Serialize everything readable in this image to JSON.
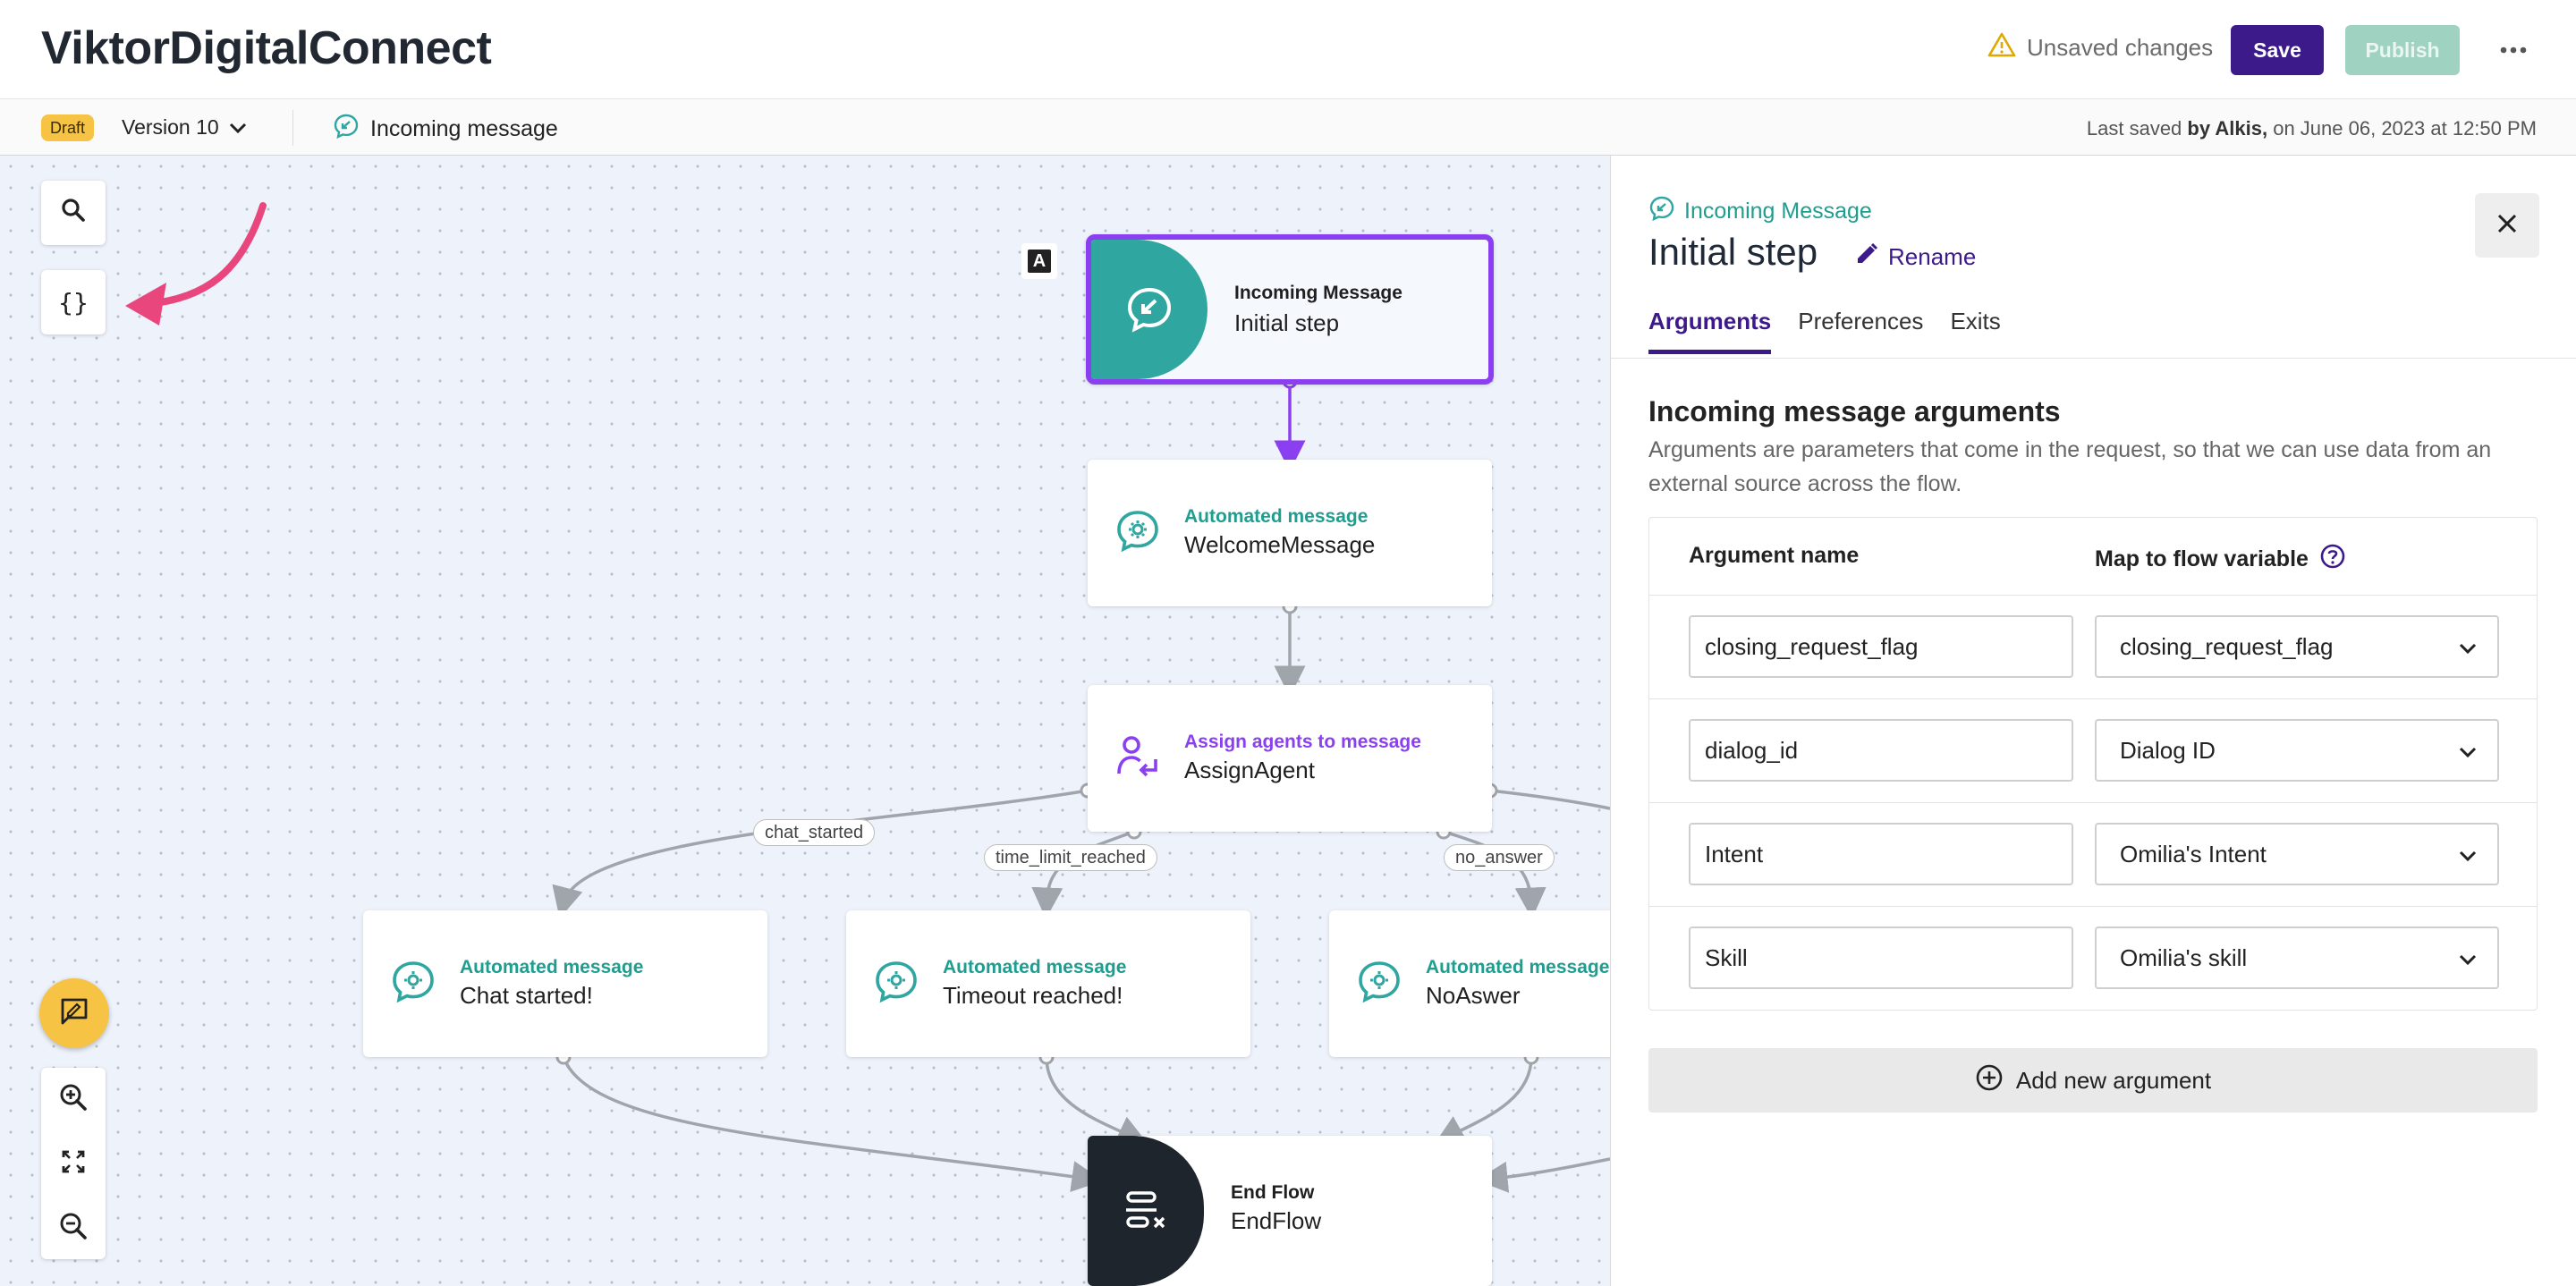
{
  "header": {
    "app_title": "ViktorDigitalConnect",
    "unsaved_text": "Unsaved changes",
    "save_label": "Save",
    "publish_label": "Publish"
  },
  "subbar": {
    "draft_badge": "Draft",
    "version_label": "Version 10",
    "breadcrumb": "Incoming message",
    "last_saved_prefix": "Last saved",
    "last_saved_by": "by Alkis,",
    "last_saved_date": "on June 06, 2023 at 12:50 PM"
  },
  "canvas": {
    "marker_letter": "A",
    "nodes": {
      "initial": {
        "kind": "Incoming Message",
        "name": "Initial step"
      },
      "welcome": {
        "kind": "Automated message",
        "name": "WelcomeMessage"
      },
      "assign": {
        "kind": "Assign agents to message",
        "name": "AssignAgent"
      },
      "chat": {
        "kind": "Automated message",
        "name": "Chat started!"
      },
      "timeout": {
        "kind": "Automated message",
        "name": "Timeout reached!"
      },
      "noanswer": {
        "kind": "Automated message",
        "name": "NoAswer"
      },
      "end": {
        "kind": "End Flow",
        "name": "EndFlow"
      }
    },
    "edge_labels": {
      "chat_started": "chat_started",
      "time_limit_reached": "time_limit_reached",
      "no_answer": "no_answer"
    },
    "colors": {
      "accent_purple": "#8a3ff0",
      "teal": "#2fa6a0",
      "arrow_pink": "#e8467c"
    }
  },
  "panel": {
    "type_label": "Incoming Message",
    "title": "Initial step",
    "rename_label": "Rename",
    "tabs": [
      {
        "label": "Arguments",
        "active": true
      },
      {
        "label": "Preferences",
        "active": false
      },
      {
        "label": "Exits",
        "active": false
      }
    ],
    "section_title": "Incoming message arguments",
    "section_desc": "Arguments are parameters that come in the request, so that we can use data from an external source across the flow.",
    "col_argument_name": "Argument name",
    "col_flow_variable": "Map to flow variable",
    "arguments": [
      {
        "name": "closing_request_flag",
        "variable": "closing_request_flag"
      },
      {
        "name": "dialog_id",
        "variable": "Dialog ID"
      },
      {
        "name": "Intent",
        "variable": "Omilia's Intent"
      },
      {
        "name": "Skill",
        "variable": "Omilia's skill"
      }
    ],
    "add_argument_label": "Add new argument"
  }
}
